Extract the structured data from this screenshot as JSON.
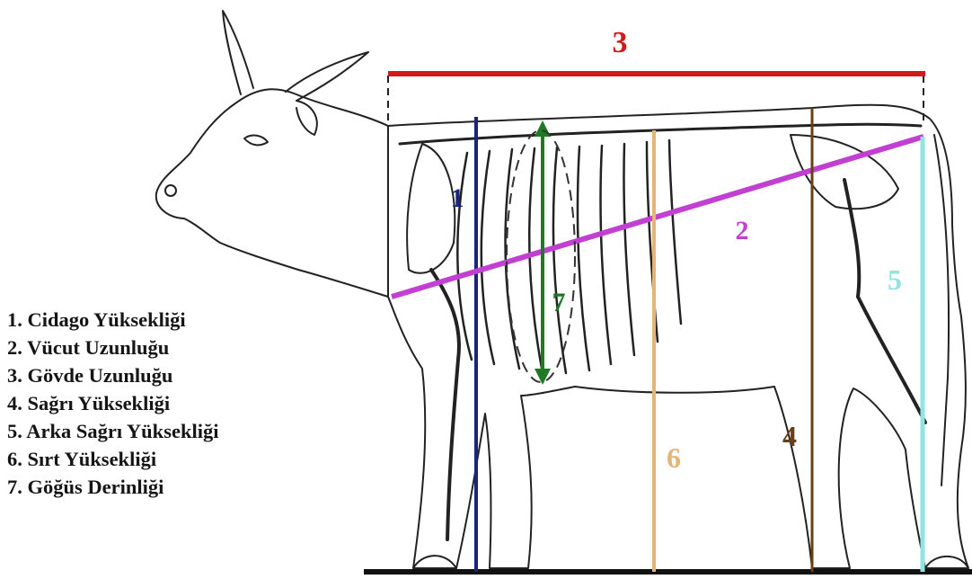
{
  "legend": [
    "1. Cidago Yüksekliği",
    "2. Vücut Uzunluğu",
    "3. Gövde Uzunluğu",
    "4. Sağrı Yüksekliği",
    "5. Arka Sağrı Yüksekliği",
    "6. Sırt Yüksekliği",
    "7. Göğüs Derinliği"
  ],
  "measurements": [
    {
      "label": "1",
      "color": "#1a237e"
    },
    {
      "label": "2",
      "color": "#c13fd1"
    },
    {
      "label": "3",
      "color": "#d31a1a"
    },
    {
      "label": "4",
      "color": "#6a3f18"
    },
    {
      "label": "5",
      "color": "#8fe6e0"
    },
    {
      "label": "6",
      "color": "#e3b57b"
    },
    {
      "label": "7",
      "color": "#1f7a24"
    }
  ]
}
